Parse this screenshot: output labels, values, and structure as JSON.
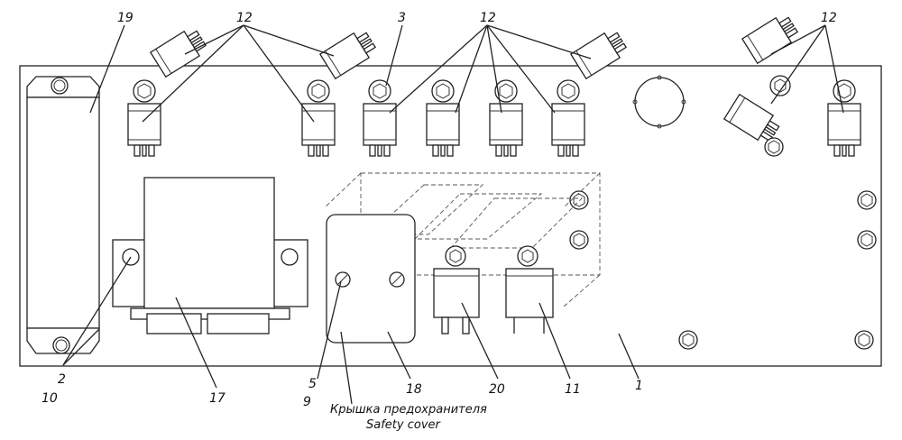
{
  "labels": {
    "l19": "19",
    "l12a": "12",
    "l3": "3",
    "l12b": "12",
    "l12c": "12",
    "l2": "2",
    "l10": "10",
    "l17": "17",
    "l5": "5",
    "l9": "9",
    "l18": "18",
    "l20": "20",
    "l11": "11",
    "l1": "1"
  },
  "caption": {
    "ru": "Крышка предохранителя",
    "en": "Safety cover"
  }
}
